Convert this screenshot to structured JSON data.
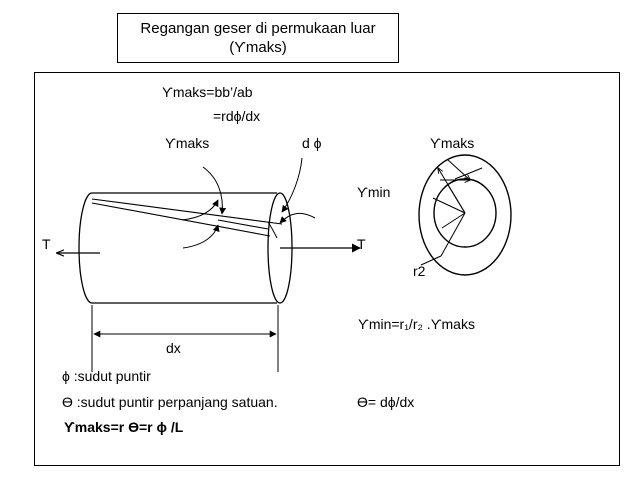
{
  "title": {
    "line1": "Regangan geser di permukaan luar",
    "line2": "(ϒmaks)"
  },
  "labels": {
    "eq_strain_1": "ϒmaks=bb’/ab",
    "eq_strain_2": "=rdϕ/dx",
    "gamma_max_left": "ϒmaks",
    "d_phi": "d ϕ",
    "gamma_max_right": "ϒmaks",
    "gamma_min": "ϒmin",
    "torque_left": "T",
    "torque_right": "T",
    "r2": "r2",
    "gamma_min_eq": "ϒmin=r₁/r₂ .ϒmaks",
    "dx": "dx",
    "phi_def": "ϕ :sudut puntir",
    "theta_def": "ϴ :sudut puntir perpanjang satuan.",
    "theta_eq": "ϴ= dϕ/dx",
    "gamma_max_eq": "ϒmaks=r ϴ=r ϕ /L"
  }
}
